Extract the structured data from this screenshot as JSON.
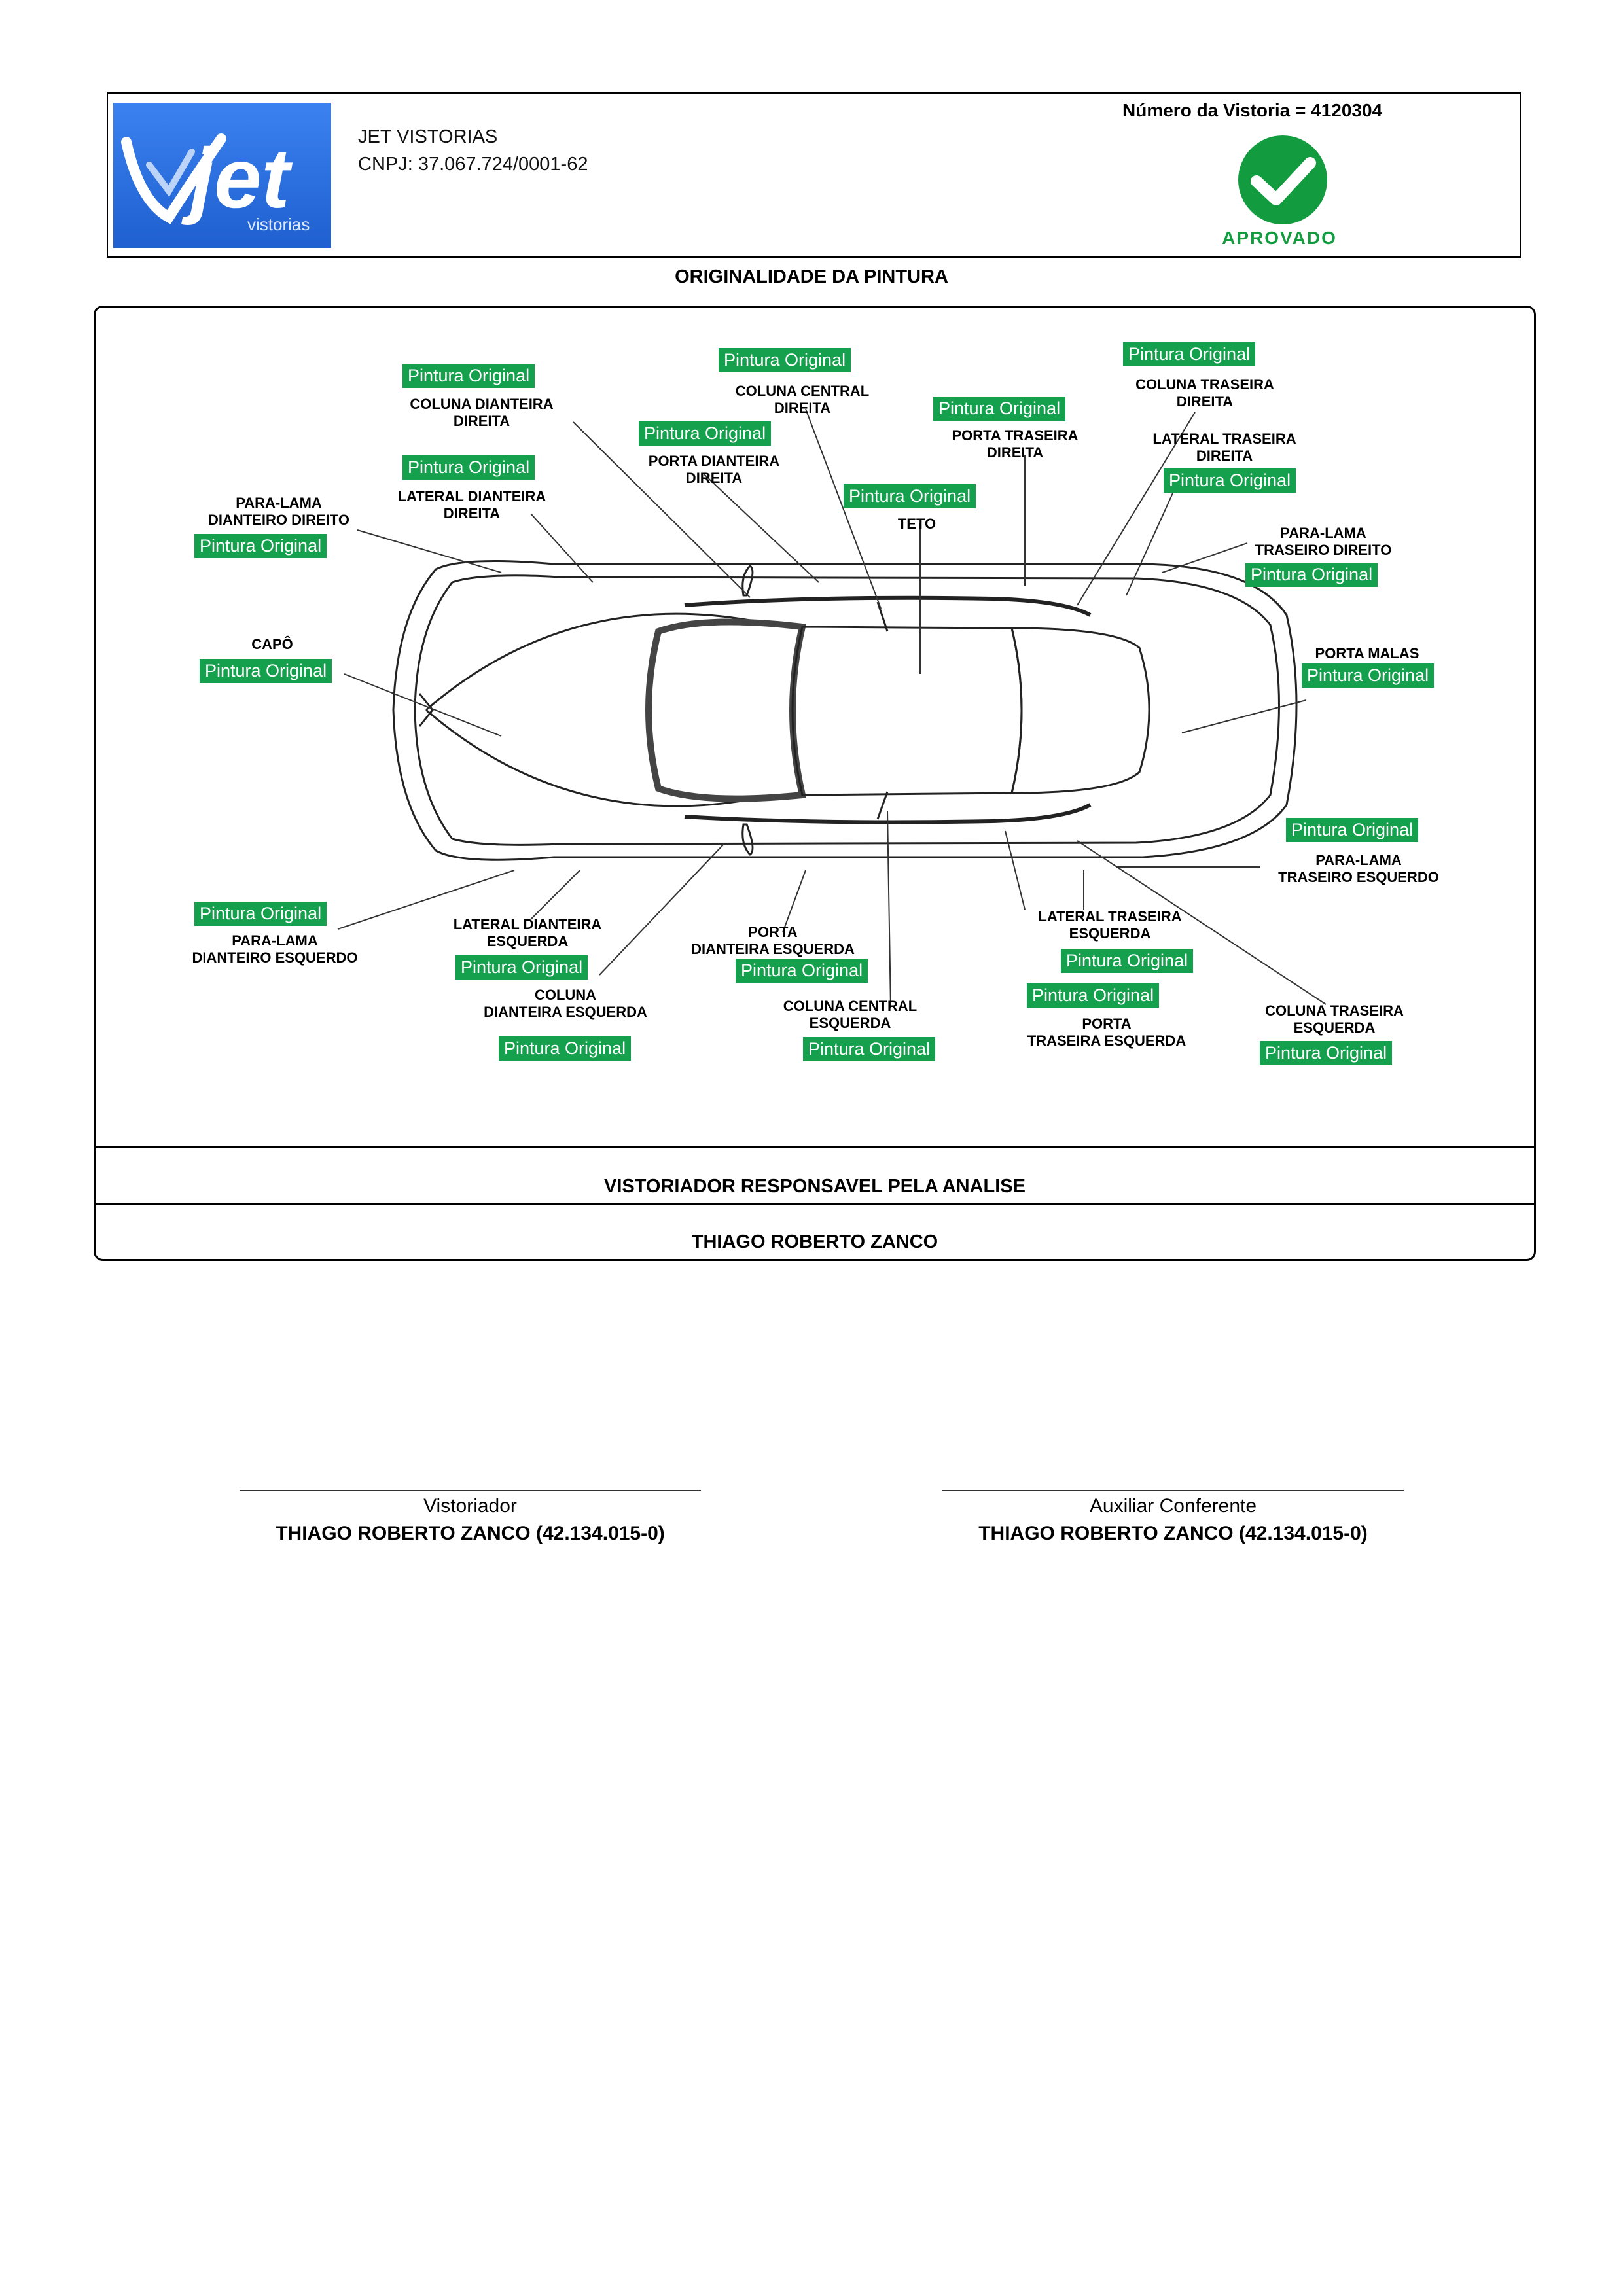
{
  "header": {
    "logo_text": "jet",
    "logo_subtext": "vistorias",
    "company_name": "JET VISTORIAS",
    "company_cnpj": "CNPJ: 37.067.724/0001-62",
    "vistoria_number": "Número da Vistoria = 4120304",
    "status": "APROVADO",
    "status_color": "#129c3f",
    "logo_color": "#2c6fd8"
  },
  "section_title": "ORIGINALIDADE DA PINTURA",
  "badge_color": "#14a04d",
  "parts": {
    "coluna_dianteira_direita": {
      "label": "COLUNA DIANTEIRA\nDIREITA",
      "status": "Pintura Original"
    },
    "coluna_central_direita": {
      "label": "COLUNA CENTRAL\nDIREITA",
      "status": "Pintura Original"
    },
    "coluna_traseira_direita": {
      "label": "COLUNA TRASEIRA\nDIREITA",
      "status": "Pintura Original"
    },
    "porta_dianteira_direita": {
      "label": "PORTA DIANTEIRA\nDIREITA",
      "status": "Pintura Original"
    },
    "porta_traseira_direita": {
      "label": "PORTA TRASEIRA\nDIREITA",
      "status": "Pintura Original"
    },
    "lateral_dianteira_direita": {
      "label": "LATERAL DIANTEIRA\nDIREITA",
      "status": "Pintura Original"
    },
    "lateral_traseira_direita": {
      "label": "LATERAL TRASEIRA\nDIREITA",
      "status": "Pintura Original"
    },
    "teto": {
      "label": "TETO",
      "status": "Pintura Original"
    },
    "para_lama_dianteiro_direito": {
      "label": "PARA-LAMA\nDIANTEIRO DIREITO",
      "status": "Pintura Original"
    },
    "para_lama_traseiro_direito": {
      "label": "PARA-LAMA\nTRASEIRO DIREITO",
      "status": "Pintura Original"
    },
    "capo": {
      "label": "CAPÔ",
      "status": "Pintura Original"
    },
    "porta_malas": {
      "label": "PORTA MALAS",
      "status": "Pintura Original"
    },
    "para_lama_traseiro_esquerdo": {
      "label": "PARA-LAMA\nTRASEIRO ESQUERDO",
      "status": "Pintura Original"
    },
    "para_lama_dianteiro_esquerdo": {
      "label": "PARA-LAMA\nDIANTEIRO ESQUERDO",
      "status": "Pintura Original"
    },
    "lateral_dianteira_esquerda": {
      "label": "LATERAL DIANTEIRA\nESQUERDA",
      "status": "Pintura Original"
    },
    "porta_dianteira_esquerda": {
      "label": "PORTA\nDIANTEIRA ESQUERDA",
      "status": "Pintura Original"
    },
    "lateral_traseira_esquerda": {
      "label": "LATERAL TRASEIRA\nESQUERDA",
      "status": "Pintura Original"
    },
    "coluna_dianteira_esquerda": {
      "label": "COLUNA\nDIANTEIRA ESQUERDA",
      "status": "Pintura Original"
    },
    "coluna_central_esquerda": {
      "label": "COLUNA CENTRAL\nESQUERDA",
      "status": "Pintura Original"
    },
    "porta_traseira_esquerda": {
      "label": "PORTA\nTRASEIRA ESQUERDA",
      "status": "Pintura Original"
    },
    "coluna_traseira_esquerda": {
      "label": "COLUNA TRASEIRA\nESQUERDA",
      "status": "Pintura Original"
    }
  },
  "inspector": {
    "heading": "VISTORIADOR RESPONSAVEL PELA ANALISE",
    "name": "THIAGO ROBERTO ZANCO"
  },
  "signatures": [
    {
      "role": "Vistoriador",
      "name": "THIAGO ROBERTO ZANCO (42.134.015-0)"
    },
    {
      "role": "Auxiliar Conferente",
      "name": "THIAGO ROBERTO ZANCO (42.134.015-0)"
    }
  ]
}
